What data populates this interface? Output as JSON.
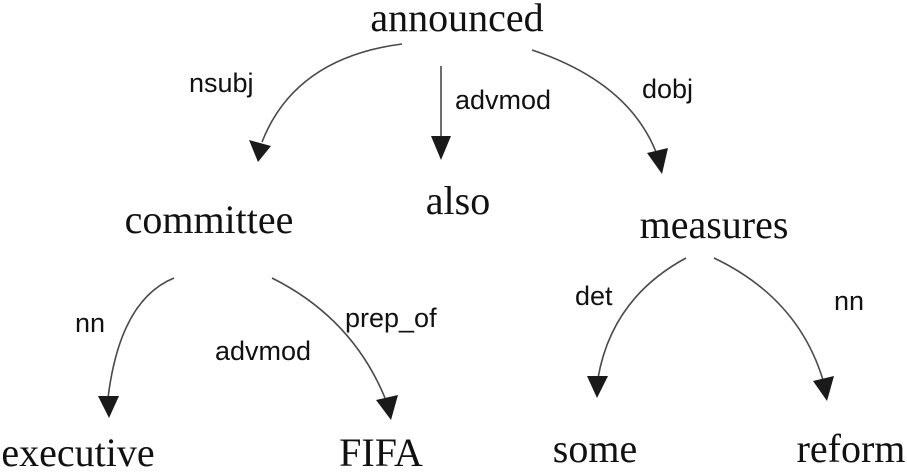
{
  "tree": {
    "nodes": {
      "announced": "announced",
      "committee": "committee",
      "also": "also",
      "measures": "measures",
      "executive": "executive",
      "fifa": "FIFA",
      "some": "some",
      "reform": "reform"
    },
    "edges": [
      {
        "id": "e1",
        "from": "announced",
        "to": "committee",
        "label": "nsubj"
      },
      {
        "id": "e2",
        "from": "announced",
        "to": "also",
        "label": "advmod"
      },
      {
        "id": "e3",
        "from": "announced",
        "to": "measures",
        "label": "dobj"
      },
      {
        "id": "e4",
        "from": "committee",
        "to": "executive",
        "label": "nn"
      },
      {
        "id": "e5",
        "from": "committee",
        "to": "fifa",
        "label": "advmod"
      },
      {
        "id": "e5b",
        "from": "committee",
        "to": "fifa",
        "label": "prep_of"
      },
      {
        "id": "e6",
        "from": "measures",
        "to": "some",
        "label": "det"
      },
      {
        "id": "e7",
        "from": "measures",
        "to": "reform",
        "label": "nn"
      }
    ]
  },
  "colors": {
    "text": "#111111",
    "arc": "#4a4a4a",
    "arrowhead": "#1a1a1a",
    "background": "#ffffff"
  }
}
